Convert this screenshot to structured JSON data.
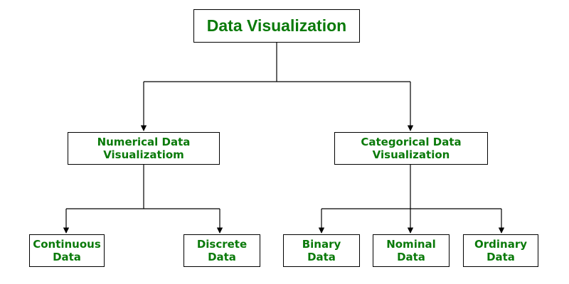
{
  "diagram": {
    "root": {
      "label": "Data Visualization"
    },
    "numerical": {
      "line1": "Numerical Data",
      "line2": "Visualizatiom"
    },
    "categorical": {
      "line1": "Categorical Data",
      "line2": "Visualization"
    },
    "leaves": {
      "continuous": {
        "line1": "Continuous",
        "line2": "Data"
      },
      "discrete": {
        "line1": "Discrete",
        "line2": "Data"
      },
      "binary": {
        "line1": "Binary",
        "line2": "Data"
      },
      "nominal": {
        "line1": "Nominal",
        "line2": "Data"
      },
      "ordinary": {
        "line1": "Ordinary",
        "line2": "Data"
      }
    }
  },
  "colors": {
    "text": "#0a7a0a",
    "lines": "#000000",
    "background": "#ffffff"
  }
}
